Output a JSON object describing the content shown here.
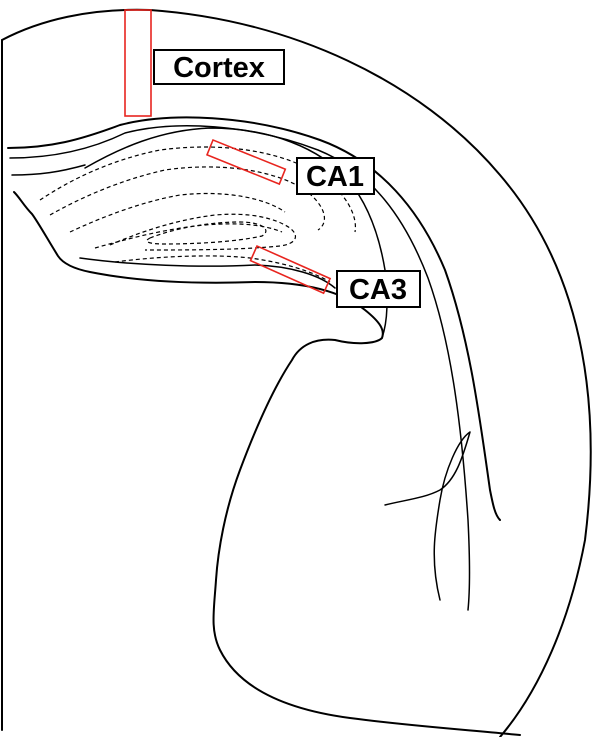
{
  "labels": {
    "cortex": "Cortex",
    "ca1": "CA1",
    "ca3": "CA3"
  },
  "colors": {
    "outline": "#000000",
    "roi": "#e8251f",
    "background": "#ffffff"
  }
}
